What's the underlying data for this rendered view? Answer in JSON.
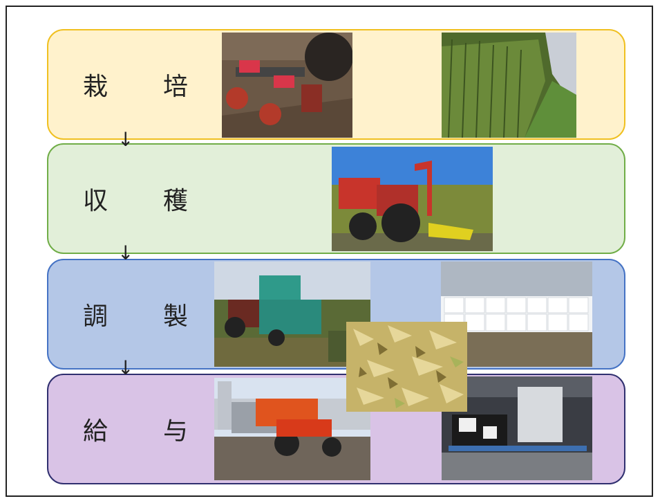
{
  "stages": [
    {
      "label": "栽　培",
      "bg": "#fff2cc",
      "border": "#f0c020"
    },
    {
      "label": "収　穫",
      "bg": "#e2efd9",
      "border": "#70ad47"
    },
    {
      "label": "調　製",
      "bg": "#b4c7e7",
      "border": "#4472c4"
    },
    {
      "label": "給　与",
      "bg": "#d9c3e6",
      "border": "#2f2f6f"
    }
  ],
  "arrow_glyph": "↓",
  "photos": [
    "seeding-planter-photo",
    "corn-field-photo",
    "forage-harvester-photo",
    "baler-wrapper-photo",
    "wrapped-bales-photo",
    "silage-closeup-photo",
    "feed-mixer-tractor-photo",
    "dairy-barn-cows-photo"
  ]
}
